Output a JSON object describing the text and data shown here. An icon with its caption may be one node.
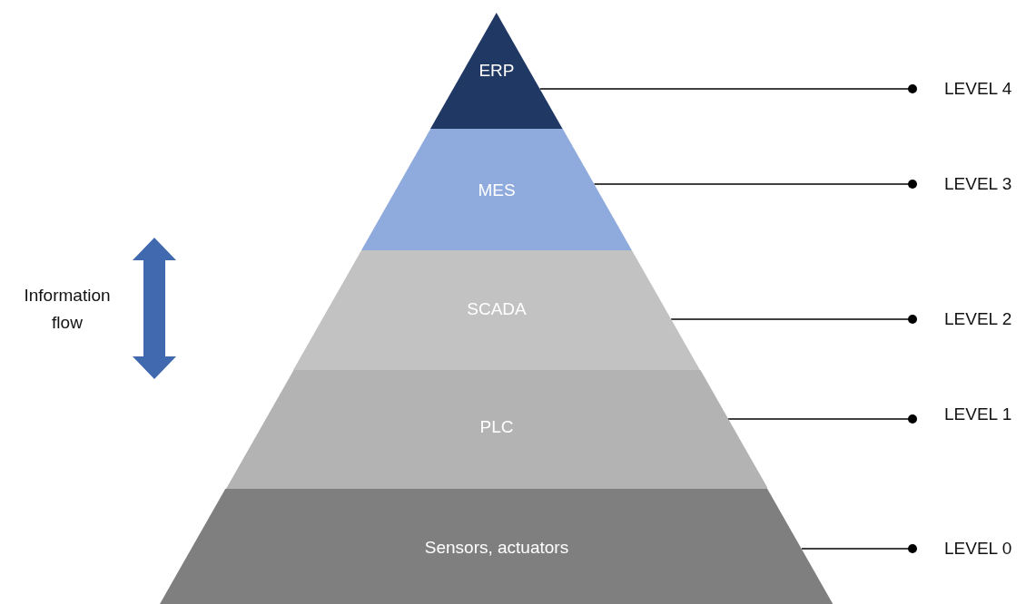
{
  "diagram": {
    "nodes": [
      {
        "text": [
          "ERP"
        ]
      },
      {
        "text": [
          "MES"
        ]
      },
      {
        "text": [
          "SCADA"
        ]
      },
      {
        "text": [
          "PLC"
        ]
      },
      {
        "text": [
          "Sensors, actuators"
        ]
      },
      {
        "text": [
          "LEVEL 4"
        ]
      },
      {
        "text": [
          "LEVEL 3"
        ]
      },
      {
        "text": [
          "LEVEL 2"
        ]
      },
      {
        "text": [
          "LEVEL 1"
        ]
      },
      {
        "text": [
          "LEVEL 0"
        ]
      }
    ],
    "edges": [
      {
        "from": 0,
        "to": 5,
        "arrow": "other"
      },
      {
        "from": 1,
        "to": 6,
        "arrow": "other"
      },
      {
        "from": 2,
        "to": 7,
        "arrow": "other"
      },
      {
        "from": 3,
        "to": 8,
        "arrow": "other"
      },
      {
        "from": 4,
        "to": 9,
        "arrow": "other"
      }
    ],
    "labels": [
      "Information flow"
    ]
  }
}
